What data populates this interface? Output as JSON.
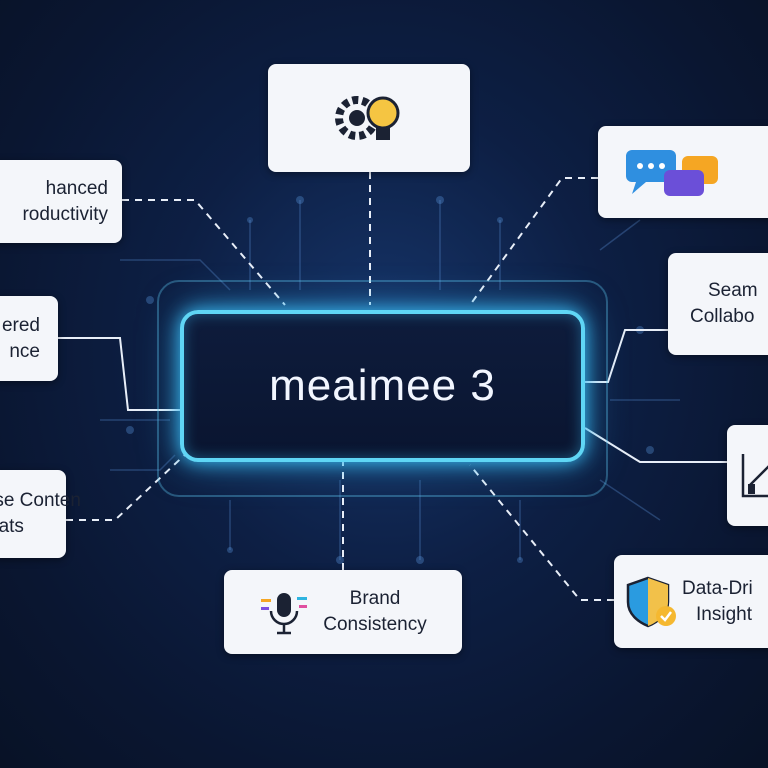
{
  "center": {
    "title": "meaimee 3"
  },
  "nodes": {
    "top_center": {
      "icon": "gear-lightbulb-icon"
    },
    "top_right": {
      "icon": "chat-bubbles-icon"
    },
    "left_1": {
      "line1": "hanced",
      "line2": "roductivity"
    },
    "left_2": {
      "line1": "ered",
      "line2": "nce"
    },
    "left_3": {
      "line1": "rse Conten",
      "line2": "nats"
    },
    "right_1": {
      "line1": "Seam",
      "line2": "Collabo"
    },
    "right_2": {
      "icon": "bar-chart-icon"
    },
    "bottom_center": {
      "icon": "microphone-icon",
      "line1": "Brand",
      "line2": "Consistency"
    },
    "bottom_right": {
      "icon": "shield-check-icon",
      "line1": "Data-Dri",
      "line2": "Insight"
    }
  },
  "colors": {
    "accent": "#5fd6f5",
    "background": "#0d1f44",
    "card": "#f4f6fa"
  }
}
